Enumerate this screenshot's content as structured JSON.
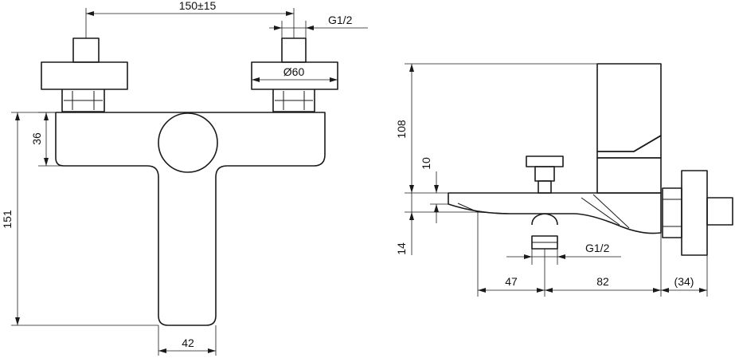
{
  "front_view": {
    "dim_spacing": "150±15",
    "dim_thread": "G1/2",
    "dim_flange": "Ø60",
    "dim_top_height": "36",
    "dim_total_height": "151",
    "dim_stem_width": "42"
  },
  "side_view": {
    "dim_height": "108",
    "dim_spout_thickness": "10",
    "dim_spout_drop": "14",
    "dim_thread": "G1/2",
    "dim_spout_back": "47",
    "dim_spout_front": "82",
    "dim_wall": "(34)"
  }
}
